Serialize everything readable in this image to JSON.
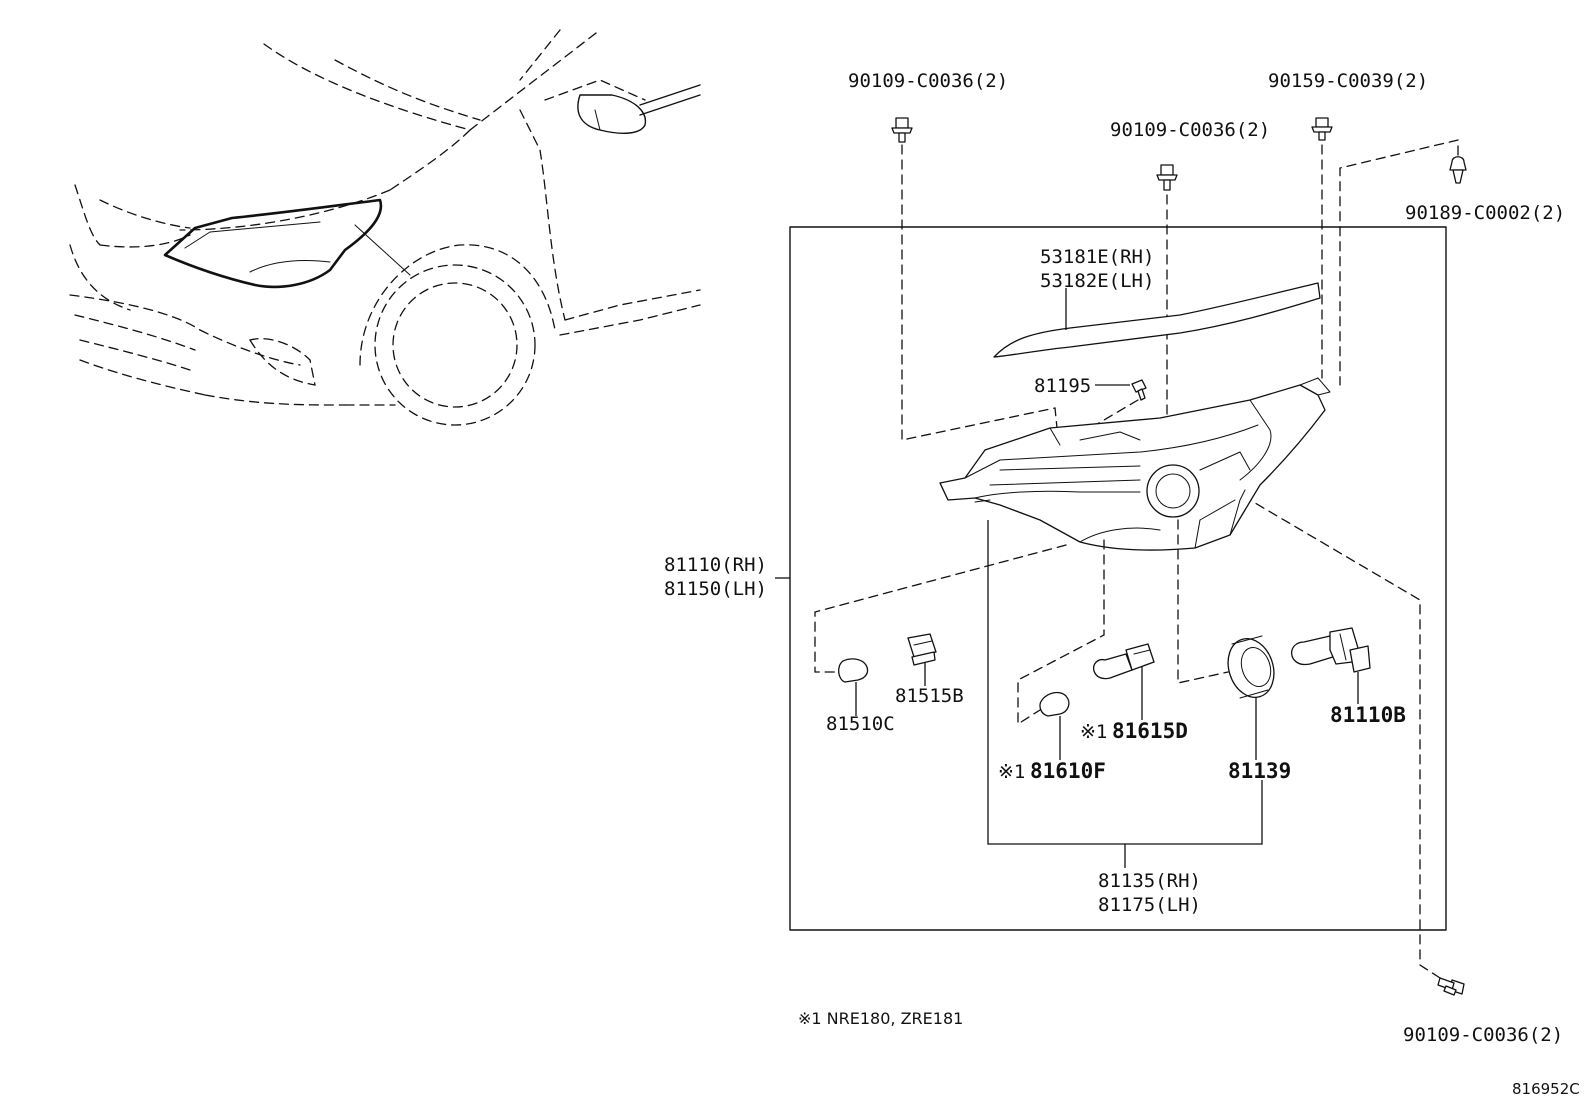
{
  "labels": {
    "bolt_90109_top_left": "90109-C0036(2)",
    "bolt_90109_top_mid": "90109-C0036(2)",
    "bolt_90159": "90159-C0039(2)",
    "clip_90189": "90189-C0002(2)",
    "bolt_90109_bottom": "90109-C0036(2)",
    "trim_rh": "53181E(RH)",
    "trim_lh": "53182E(LH)",
    "screw_81195": "81195",
    "headlamp_rh": "81110(RH)",
    "headlamp_lh": "81150(LH)",
    "bulb_81510c": "81510C",
    "socket_81515b": "81515B",
    "mark_81610f": "※1",
    "bulb_81610f": "81610F",
    "mark_81615d": "※1",
    "bulb_81615d": "81615D",
    "cover_81139": "81139",
    "bulb_81110b": "81110B",
    "unit_rh": "81135(RH)",
    "unit_lh": "81175(LH)"
  },
  "footnote": "※1 NRE180, ZRE181",
  "figure_id": "816952C",
  "icons": [
    "flange-bolt-icon",
    "clip-icon",
    "screw-icon",
    "bulb-icon",
    "socket-icon",
    "headlamp-assembly-icon",
    "vehicle-front-icon"
  ]
}
